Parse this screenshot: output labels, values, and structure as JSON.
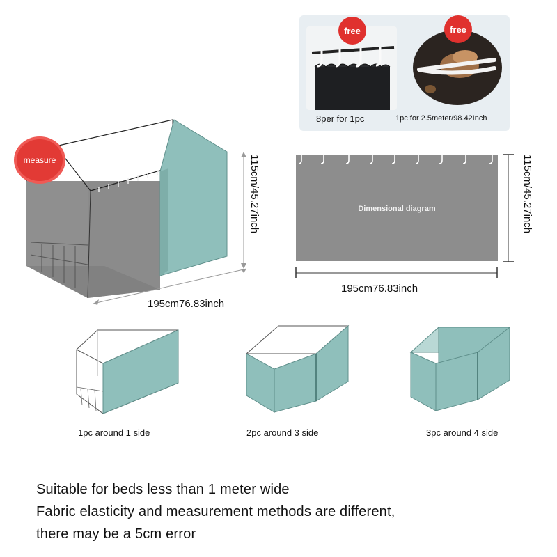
{
  "free_items": [
    {
      "badge": "free",
      "caption": "8per for 1pc",
      "icon": "curtain-hooks-icon"
    },
    {
      "badge": "free",
      "caption": "1pc for 2.5meter/98.42Inch",
      "icon": "elastic-strap-icon"
    }
  ],
  "measure": {
    "badge": "measure",
    "height_label": "115cm/45.27inch",
    "width_label": "195cm76.83inch"
  },
  "dimensional": {
    "label": "Dimensional diagram",
    "height_label": "115cm/45.27inch",
    "width_label": "195cm76.83inch"
  },
  "options": [
    {
      "caption": "1pc around 1 side"
    },
    {
      "caption": "2pc around 3 side"
    },
    {
      "caption": "3pc around  4 side"
    }
  ],
  "notes": [
    "Suitable for beds less than 1 meter wide",
    "Fabric elasticity and measurement methods are different,",
    "there may be a 5cm error"
  ],
  "colors": {
    "teal": "#8fbfbb",
    "gray": "#8d8d8d",
    "badge_red": "#e0312e"
  }
}
